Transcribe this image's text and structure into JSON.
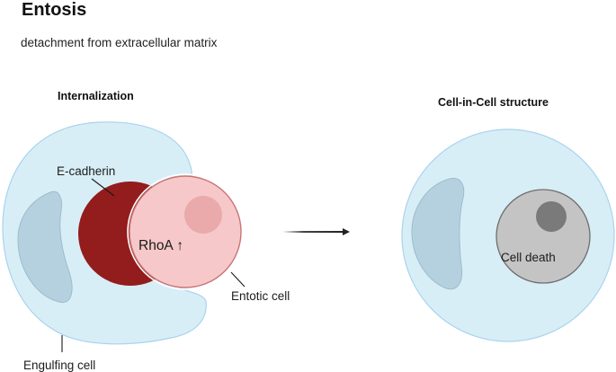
{
  "figure": {
    "title": "Entosis",
    "subtitle": "detachment from extracellular matrix",
    "panels": [
      {
        "id": "internalization",
        "heading": "Internalization",
        "labels": {
          "adhesion": "E-cadherin",
          "signal": "RhoA ↑",
          "inner_cell": "Entotic cell",
          "host_cell": "Engulfing cell"
        }
      },
      {
        "id": "cell-in-cell",
        "heading": "Cell-in-Cell structure",
        "labels": {
          "outcome": "Cell death"
        }
      }
    ],
    "transition": "arrow"
  },
  "colors": {
    "host_cell_fill": "#d8eef6",
    "host_cell_stroke": "#a9d3ef",
    "host_nucleus_fill": "#b5d1e0",
    "host_nucleus_stroke": "#9cbccd",
    "ecadherin_fill": "#931c1c",
    "entotic_cell_fill": "#f6c8c9",
    "entotic_cell_stroke": "#c97474",
    "entotic_nucleus_fill": "#eaa9aa",
    "dead_cell_fill": "#c4c4c4",
    "dead_cell_stroke": "#6e6e6e",
    "dead_nucleus_fill": "#7a7a7a",
    "arrow": "#222222",
    "leader_line": "#1a1a1a"
  }
}
